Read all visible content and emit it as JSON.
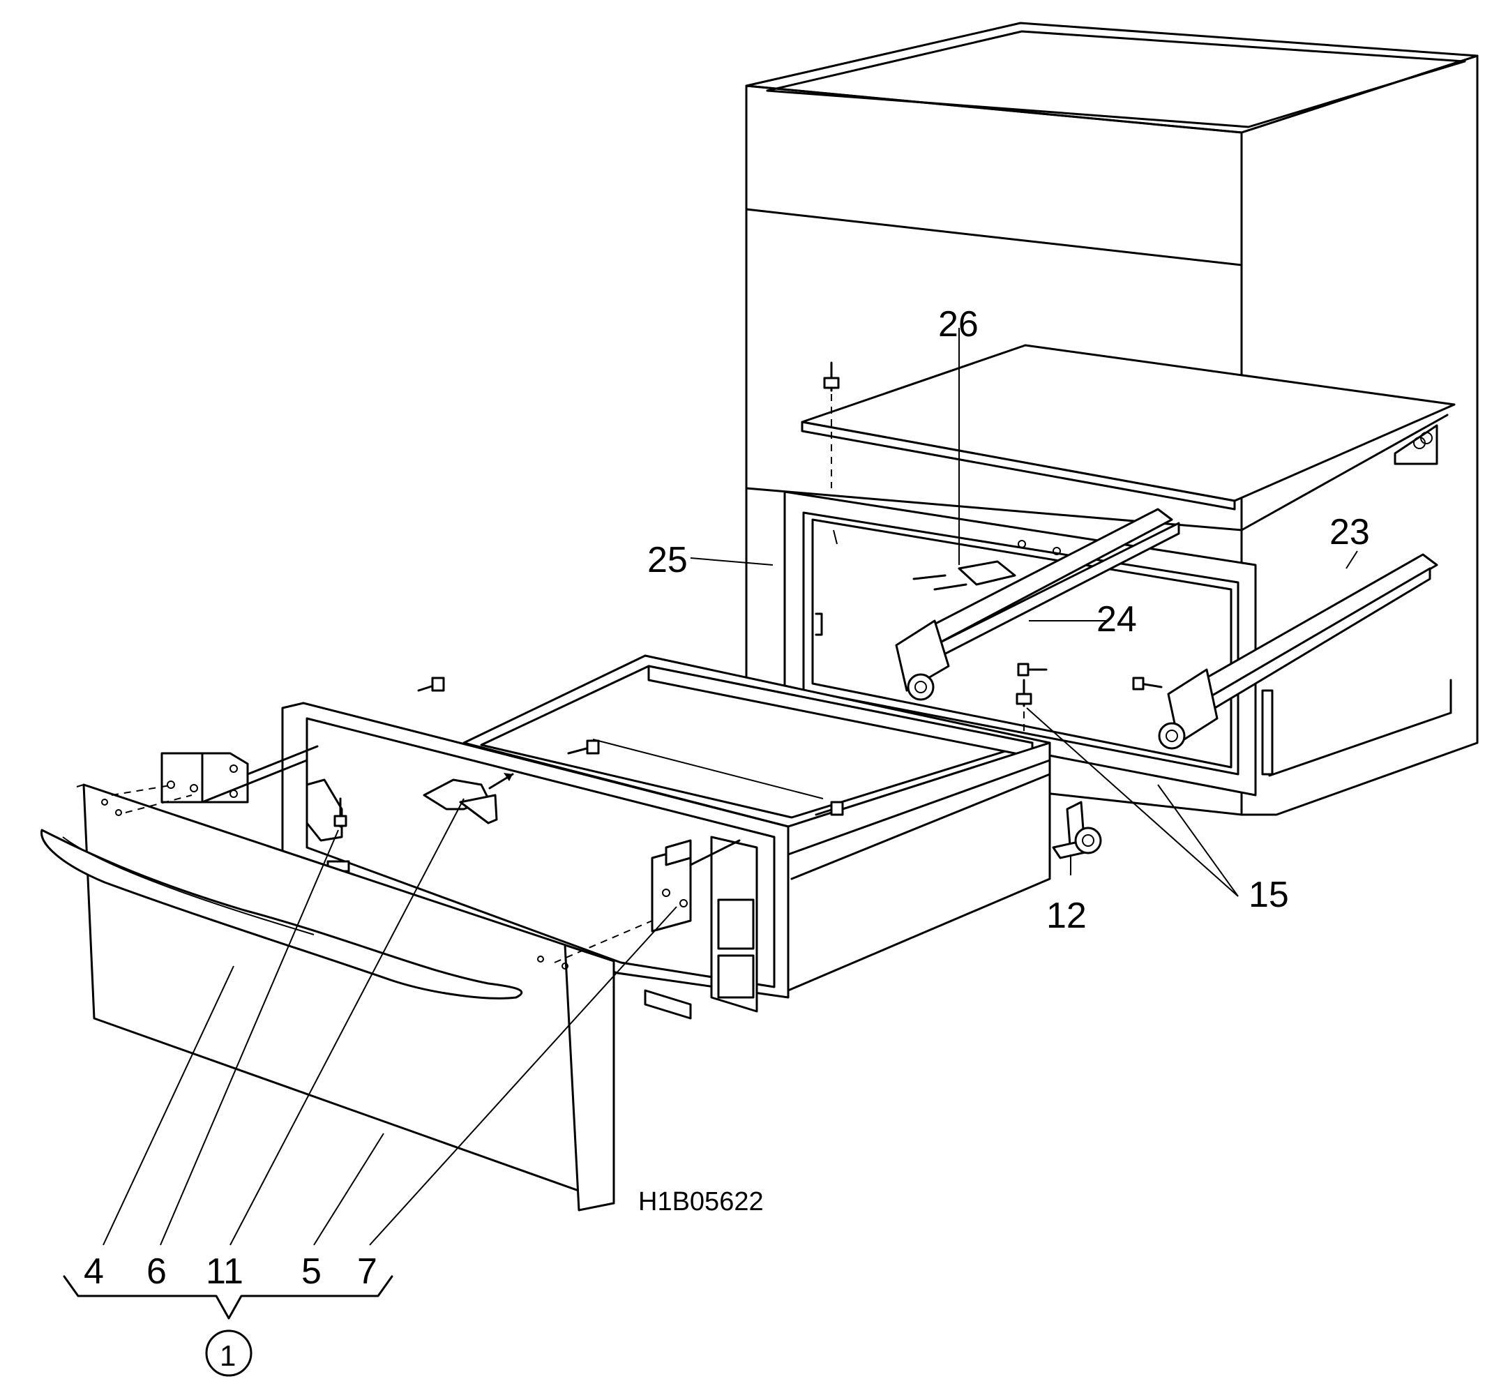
{
  "figure_code": "H1B05622",
  "callouts": [
    {
      "id": "c26",
      "text": "26"
    },
    {
      "id": "c25",
      "text": "25"
    },
    {
      "id": "c24",
      "text": "24"
    },
    {
      "id": "c23",
      "text": "23"
    },
    {
      "id": "c15",
      "text": "15"
    },
    {
      "id": "c12",
      "text": "12"
    },
    {
      "id": "c4",
      "text": "4"
    },
    {
      "id": "c6",
      "text": "6"
    },
    {
      "id": "c11",
      "text": "11"
    },
    {
      "id": "c5",
      "text": "5"
    },
    {
      "id": "c7",
      "text": "7"
    }
  ],
  "assembly_label": "1"
}
